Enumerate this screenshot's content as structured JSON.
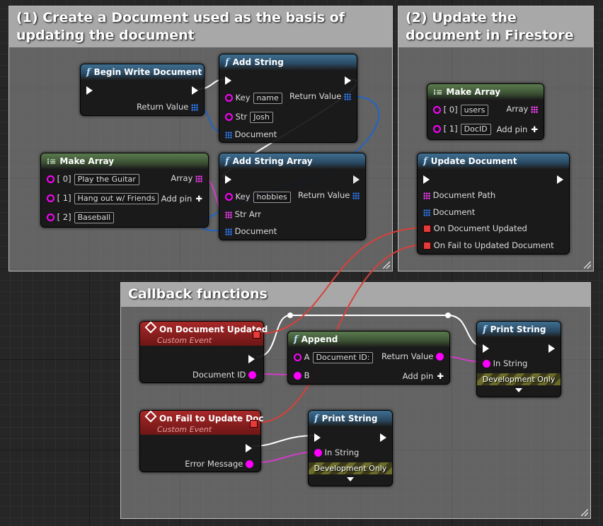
{
  "comments": {
    "c1": "(1) Create a Document used as the basis of updating the document",
    "c2": "(2) Update the document in Firestore",
    "c3": "Callback functions"
  },
  "nodes": {
    "begin_write": {
      "title": "Begin Write Document",
      "return_label": "Return Value"
    },
    "add_string": {
      "title": "Add String",
      "key_label": "Key",
      "key_value": "name",
      "str_label": "Str",
      "str_value": "Josh",
      "document_label": "Document",
      "return_label": "Return Value"
    },
    "make_array_1": {
      "title": "Make Array",
      "items": [
        "Play the Guitar",
        "Hang out w/ Friends",
        "Baseball"
      ],
      "indices": [
        "[ 0]",
        "[ 1]",
        "[ 2]"
      ],
      "array_label": "Array",
      "add_pin_label": "Add pin"
    },
    "add_string_array": {
      "title": "Add String Array",
      "key_label": "Key",
      "key_value": "hobbies",
      "strarr_label": "Str Arr",
      "document_label": "Document",
      "return_label": "Return Value"
    },
    "make_array_2": {
      "title": "Make Array",
      "items": [
        "users",
        "DocID"
      ],
      "indices": [
        "[ 0]",
        "[ 1]"
      ],
      "array_label": "Array",
      "add_pin_label": "Add pin"
    },
    "update_document": {
      "title": "Update Document",
      "path_label": "Document Path",
      "document_label": "Document",
      "on_updated_label": "On Document Updated",
      "on_fail_label": "On Fail to Updated Document"
    },
    "ev_updated": {
      "title": "On Document Updated",
      "subtitle": "Custom Event",
      "param_label": "Document ID"
    },
    "append": {
      "title": "Append",
      "a_label": "A",
      "a_value": "Document ID:",
      "b_label": "B",
      "return_label": "Return Value",
      "add_pin_label": "Add pin"
    },
    "print_1": {
      "title": "Print String",
      "instring_label": "In String",
      "dev_label": "Development Only"
    },
    "ev_fail": {
      "title": "On Fail to Update Doc",
      "subtitle": "Custom Event",
      "param_label": "Error Message"
    },
    "print_2": {
      "title": "Print String",
      "instring_label": "In String",
      "dev_label": "Development Only"
    }
  },
  "colors": {
    "exec_wire": "#ffffff",
    "object_wire": "#1f64c8",
    "string_wire": "#d23cc8",
    "delegate_wire": "#d9403a",
    "function_header": "#3f6f91",
    "pure_header": "#5b7b4f",
    "event_header": "#a82828"
  }
}
